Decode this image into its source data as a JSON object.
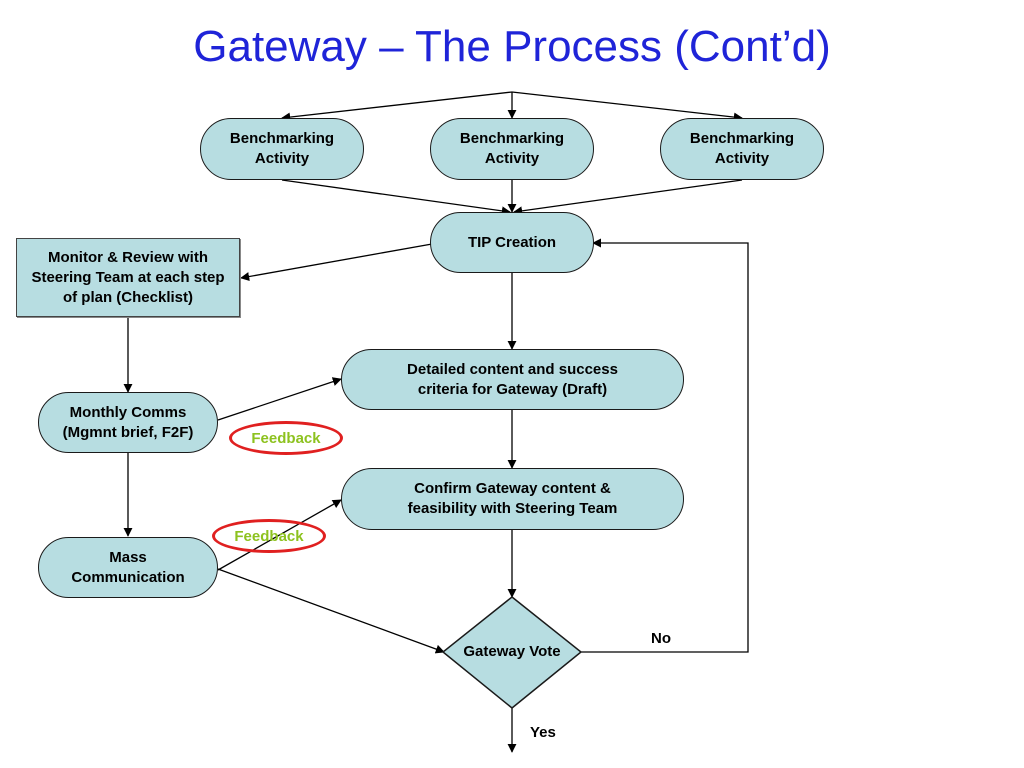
{
  "title": "Gateway – The Process (Cont’d)",
  "nodes": {
    "bench1": "Benchmarking Activity",
    "bench2": "Benchmarking Activity",
    "bench3": "Benchmarking Activity",
    "tip": "TIP Creation",
    "monitor": "Monitor & Review with Steering Team at each step of plan (Checklist)",
    "detailed": "Detailed content and success criteria for Gateway (Draft)",
    "monthly": "Monthly Comms (Mgmnt brief, F2F)",
    "confirm": "Confirm Gateway content & feasibility with Steering Team",
    "mass": "Mass Communication",
    "vote": "Gateway Vote"
  },
  "feedback": [
    "Feedback",
    "Feedback"
  ],
  "edge_labels": {
    "no": "No",
    "yes": "Yes"
  },
  "colors": {
    "title": "#1f24d8",
    "node_fill": "#b7dde1",
    "feedback_border": "#e02020",
    "feedback_text": "#8dc21f"
  }
}
